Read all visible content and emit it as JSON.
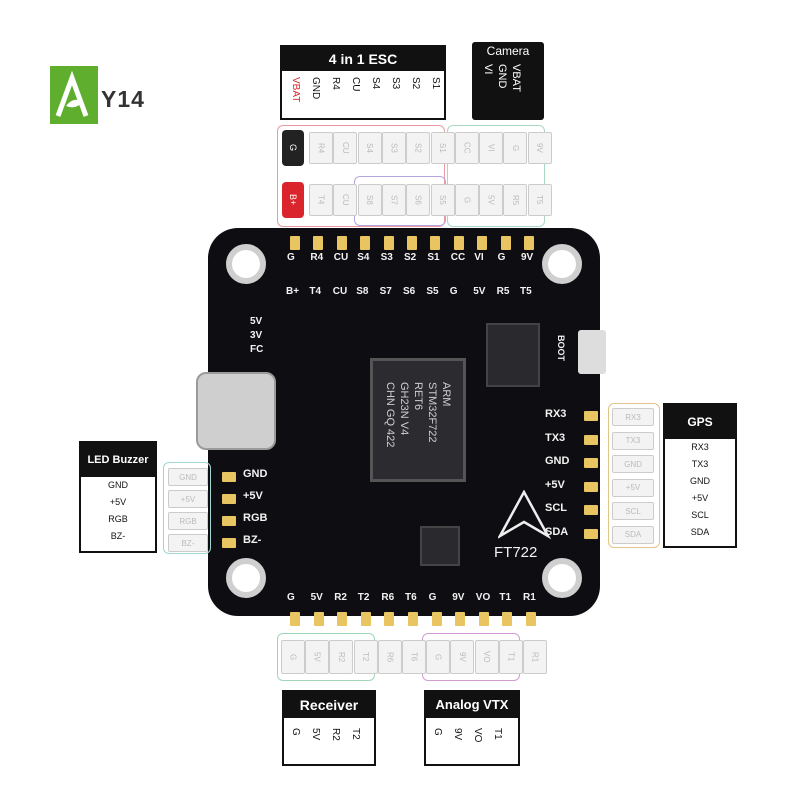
{
  "logo": {
    "text": "Y14"
  },
  "esc": {
    "title": "4 in 1 ESC",
    "pins": [
      "VBAT",
      "GND",
      "R4",
      "CU",
      "S4",
      "S3",
      "S2",
      "S1"
    ]
  },
  "camera": {
    "title": "Camera",
    "pins": [
      "VBAT",
      "GND",
      "VI"
    ]
  },
  "top_ghost_row1": [
    "R4",
    "CU",
    "S4",
    "S3",
    "S2",
    "S1",
    "CC",
    "VI",
    "G",
    "9V"
  ],
  "top_ghost_row2": [
    "T4",
    "CU",
    "S8",
    "S7",
    "S6",
    "S5",
    "G",
    "5V",
    "R5",
    "T5"
  ],
  "top_tags": {
    "g": "G",
    "b": "B+"
  },
  "board_top_row1": [
    "G",
    "R4",
    "CU",
    "S4",
    "S3",
    "S2",
    "S1",
    "CC",
    "VI",
    "G",
    "9V"
  ],
  "board_top_row2": [
    "B+",
    "T4",
    "CU",
    "S8",
    "S7",
    "S6",
    "S5",
    "G",
    "5V",
    "R5",
    "T5"
  ],
  "board_left_top": [
    "5V",
    "3V",
    "FC"
  ],
  "board_left": [
    "GND",
    "+5V",
    "RGB",
    "BZ-"
  ],
  "board_right": [
    "RX3",
    "TX3",
    "GND",
    "+5V",
    "SCL",
    "SDA"
  ],
  "board_bottom": [
    "G",
    "5V",
    "R2",
    "T2",
    "R6",
    "T6",
    "G",
    "9V",
    "VO",
    "T1",
    "R1"
  ],
  "board_misc": {
    "boot": "BOOT",
    "model": "FT722"
  },
  "chip": {
    "line1": "ARM",
    "line2": "STM32F722",
    "line3": "RET6",
    "line4": "GH23N V4",
    "line5": "CHN GQ 422"
  },
  "led": {
    "title": "LED  Buzzer",
    "items": [
      "GND",
      "+5V",
      "RGB",
      "BZ-"
    ]
  },
  "gps": {
    "title": "GPS",
    "items": [
      "RX3",
      "TX3",
      "GND",
      "+5V",
      "SCL",
      "SDA"
    ]
  },
  "receiver": {
    "title": "Receiver",
    "pins": [
      "G",
      "5V",
      "R2",
      "T2"
    ]
  },
  "vtx": {
    "title": "Analog VTX",
    "pins": [
      "G",
      "9V",
      "VO",
      "T1"
    ]
  },
  "bottom_ghost": [
    "G",
    "5V",
    "R2",
    "T2",
    "R6",
    "T6",
    "G",
    "9V",
    "VO",
    "T1",
    "R1"
  ],
  "colors": {
    "esc_frame": "#e89aa0",
    "camera_frame": "#a8d8c0",
    "esc_frame2": "#b6a6e0",
    "receiver_frame": "#9fd6b8",
    "vtx_frame": "#d49ad6",
    "led_frame": "#9fd6d0",
    "gps_frame": "#e3c48a"
  }
}
